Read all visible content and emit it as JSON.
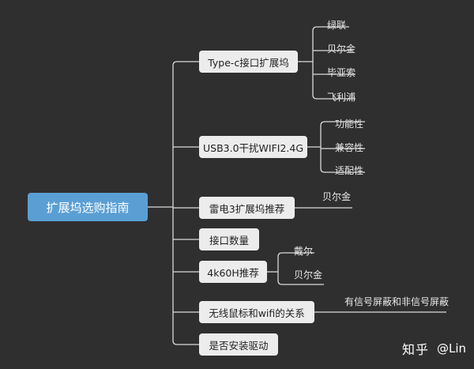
{
  "root": "扩展坞选购指南",
  "branches": [
    {
      "label": "Type-c接口扩展坞",
      "children": [
        "绿联",
        "贝尔金",
        "毕亚索",
        "飞利浦"
      ]
    },
    {
      "label": "USB3.0干扰WIFI2.4G",
      "children": [
        "功能性",
        "兼容性",
        "适配性"
      ]
    },
    {
      "label": "雷电3扩展坞推荐",
      "children": [
        "贝尔金"
      ]
    },
    {
      "label": "接口数量",
      "children": []
    },
    {
      "label": "4k60H推荐",
      "children": [
        "戴尔",
        "贝尔金"
      ]
    },
    {
      "label": "无线鼠标和wifi的关系",
      "children": [
        "有信号屏蔽和非信号屏蔽"
      ]
    },
    {
      "label": "是否安装驱动",
      "children": []
    }
  ],
  "watermark": {
    "brand": "知乎",
    "handle": "@Lin"
  },
  "colors": {
    "background": "#2f2f2f",
    "root": "#5a9fd4",
    "branch": "#ececec",
    "line": "#d9d9d9"
  }
}
